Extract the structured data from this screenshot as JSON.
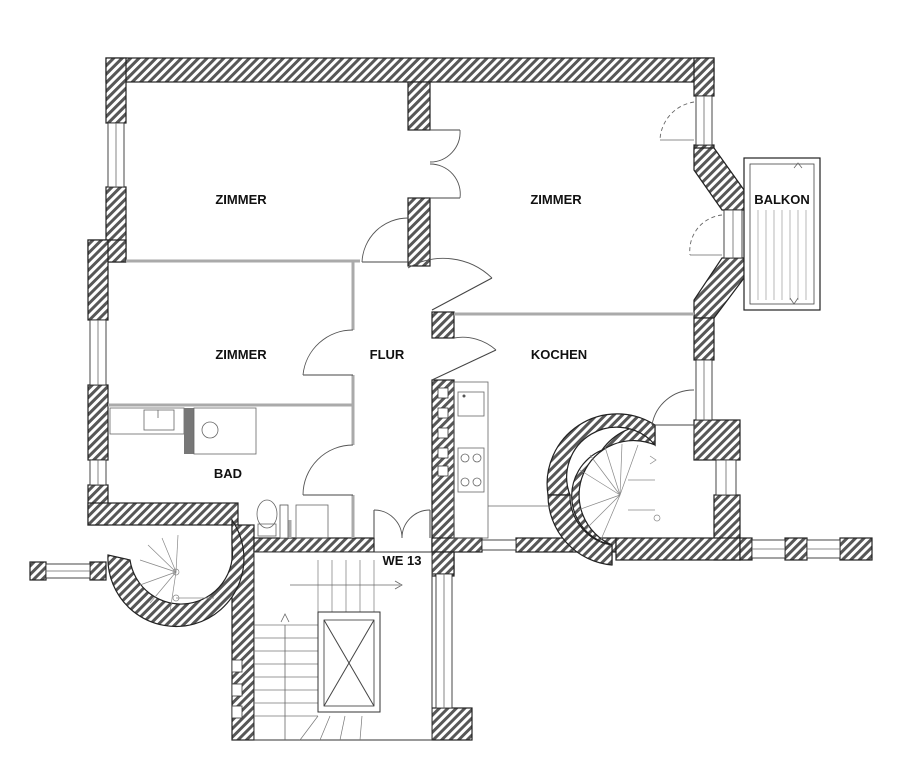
{
  "plan": {
    "rooms": [
      {
        "id": "zimmer-nw",
        "label": "ZIMMER"
      },
      {
        "id": "zimmer-ne",
        "label": "ZIMMER"
      },
      {
        "id": "zimmer-w",
        "label": "ZIMMER"
      },
      {
        "id": "flur",
        "label": "FLUR"
      },
      {
        "id": "kochen",
        "label": "KOCHEN"
      },
      {
        "id": "balkon",
        "label": "BALKON"
      },
      {
        "id": "bad",
        "label": "BAD"
      }
    ],
    "unit_label": "WE 13"
  }
}
